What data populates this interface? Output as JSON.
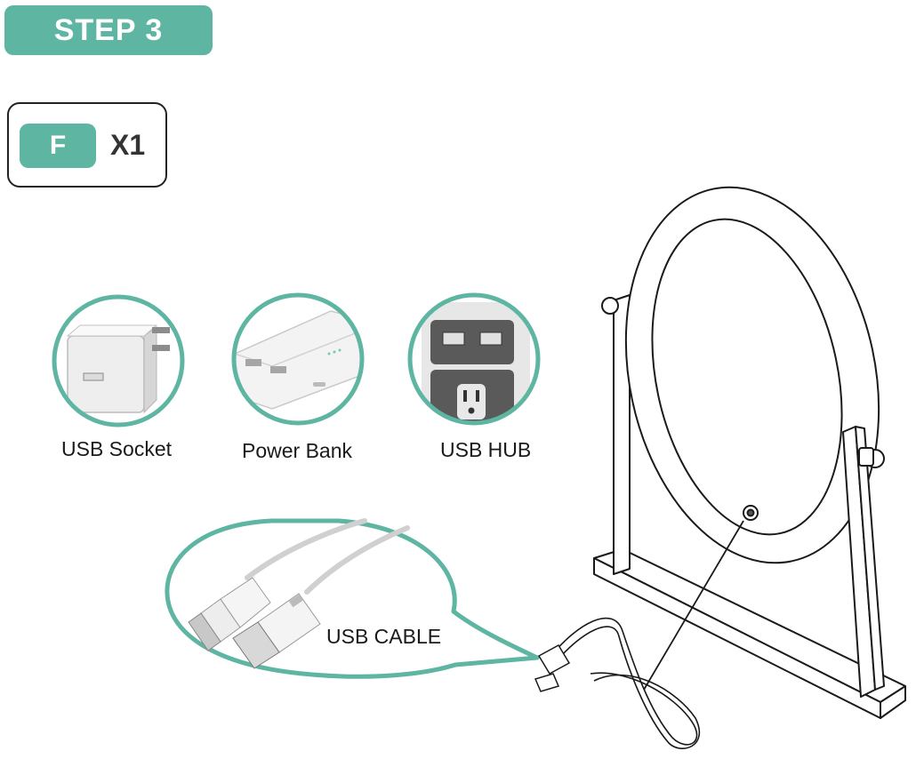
{
  "step": {
    "label": "STEP 3"
  },
  "part": {
    "letter": "F",
    "quantity": "X1"
  },
  "power_sources": [
    {
      "label": "USB Socket",
      "icon": "usb-wall-adapter-icon"
    },
    {
      "label": "Power Bank",
      "icon": "power-bank-icon"
    },
    {
      "label": "USB HUB",
      "icon": "usb-hub-outlet-icon"
    }
  ],
  "cable": {
    "label": "USB CABLE",
    "icon": "usb-cable-icon"
  },
  "colors": {
    "accent": "#5db5a2",
    "outline": "#1a1a1a"
  }
}
